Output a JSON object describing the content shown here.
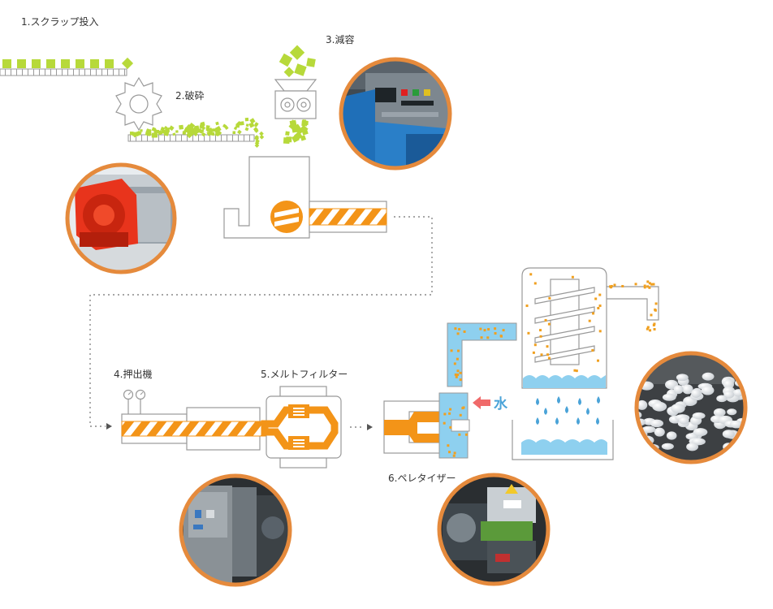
{
  "steps": {
    "s1": "1.スクラップ投入",
    "s2": "2.破砕",
    "s3": "3.減容",
    "s4": "4.押出機",
    "s5": "5.メルトフィルター",
    "s6": "6.ペレタイザー"
  },
  "water_label": "水",
  "colors": {
    "orange": "#f39418",
    "lime": "#b7d93a",
    "blue": "#8ed0ef",
    "pellet": "#f0a020",
    "arrow_red": "#f06a6a",
    "ring": "#e58a3c",
    "drop": "#4aa3d8"
  },
  "photos": [
    {
      "icon": "crusher-machine-photo"
    },
    {
      "icon": "compactor-control-panel-photo"
    },
    {
      "icon": "extruder-machine-photo"
    },
    {
      "icon": "pelletizer-machine-photo"
    },
    {
      "icon": "pellets-photo"
    }
  ]
}
